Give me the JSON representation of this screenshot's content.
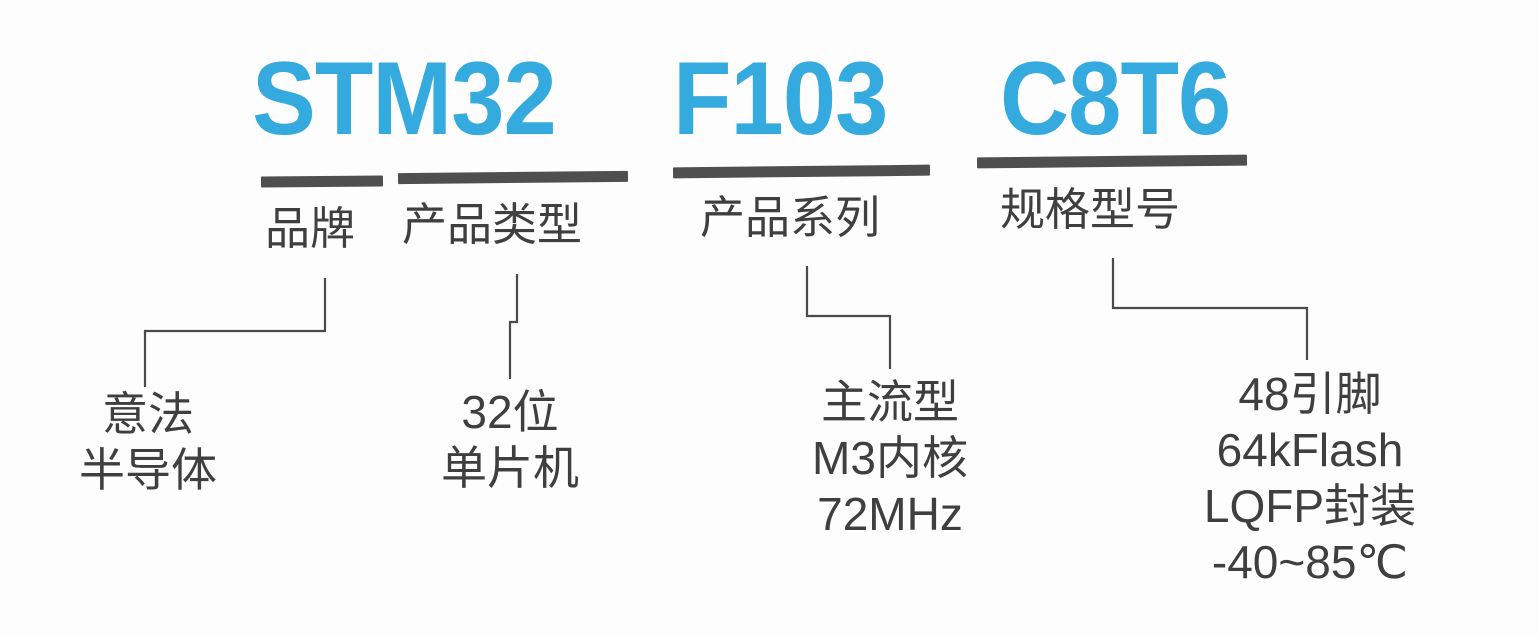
{
  "part_number": {
    "full": "STM32 F103 C8T6",
    "segments": [
      {
        "text": "STM32",
        "color": "#35aadf"
      },
      {
        "text": "F103",
        "color": "#35aadf"
      },
      {
        "text": "C8T6",
        "color": "#35aadf"
      }
    ]
  },
  "categories": [
    {
      "label": "品牌",
      "bar_color": "#4f4f4f"
    },
    {
      "label": "产品类型",
      "bar_color": "#4f4f4f"
    },
    {
      "label": "产品系列",
      "bar_color": "#4f4f4f"
    },
    {
      "label": "规格型号",
      "bar_color": "#4f4f4f"
    }
  ],
  "descriptions": [
    {
      "lines": [
        "意法",
        "半导体"
      ]
    },
    {
      "lines": [
        "32位",
        "单片机"
      ]
    },
    {
      "lines": [
        "主流型",
        "M3内核",
        "72MHz"
      ]
    },
    {
      "lines": [
        "48引脚",
        "64kFlash",
        "LQFP封装",
        "-40~85℃"
      ]
    }
  ],
  "theme": {
    "accent": "#35aadf",
    "ink": "#3f3f3f",
    "rule": "#4f4f4f",
    "background": "#fdfdfd"
  }
}
